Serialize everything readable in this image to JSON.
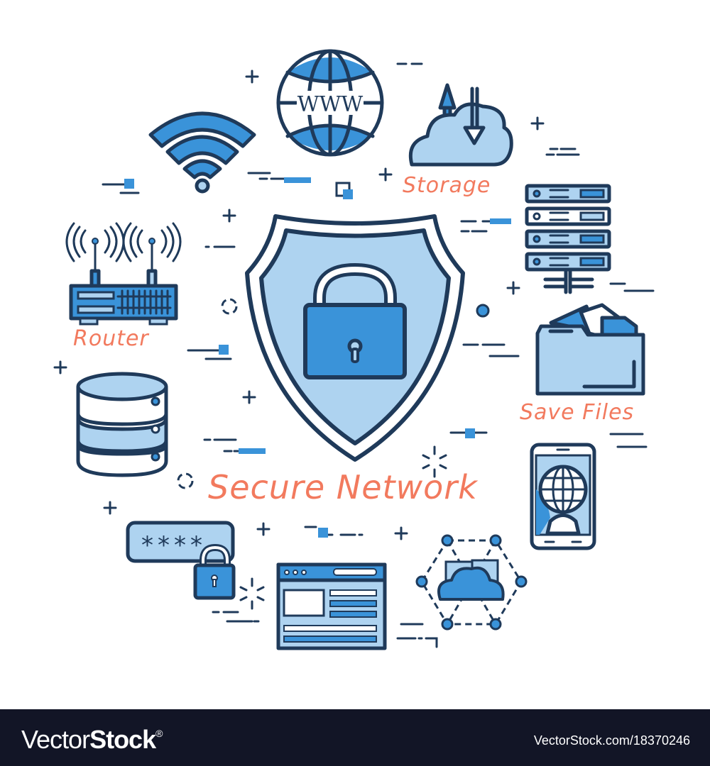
{
  "illustration": {
    "title": "Secure Network",
    "labels": {
      "storage": "Storage",
      "router": "Router",
      "save_files": "Save Files"
    },
    "icons": [
      "wifi-icon",
      "globe-www-icon",
      "cloud-storage-icon",
      "server-rack-icon",
      "router-icon",
      "shield-lock-icon",
      "folder-icon",
      "database-icon",
      "smartphone-globe-icon",
      "password-lock-icon",
      "browser-window-icon",
      "cloud-network-icon"
    ],
    "www_text": "WWW",
    "password_mask": "****",
    "colors": {
      "outline": "#1f3a5a",
      "accent_blue": "#3a93d9",
      "light_blue": "#aed3f0",
      "label_orange": "#f27a5e",
      "footer_bg": "#121526"
    }
  },
  "footer": {
    "brand_light": "Vector",
    "brand_bold": "Stock",
    "brand_reg": "®",
    "reference": "VectorStock.com/18370246"
  }
}
